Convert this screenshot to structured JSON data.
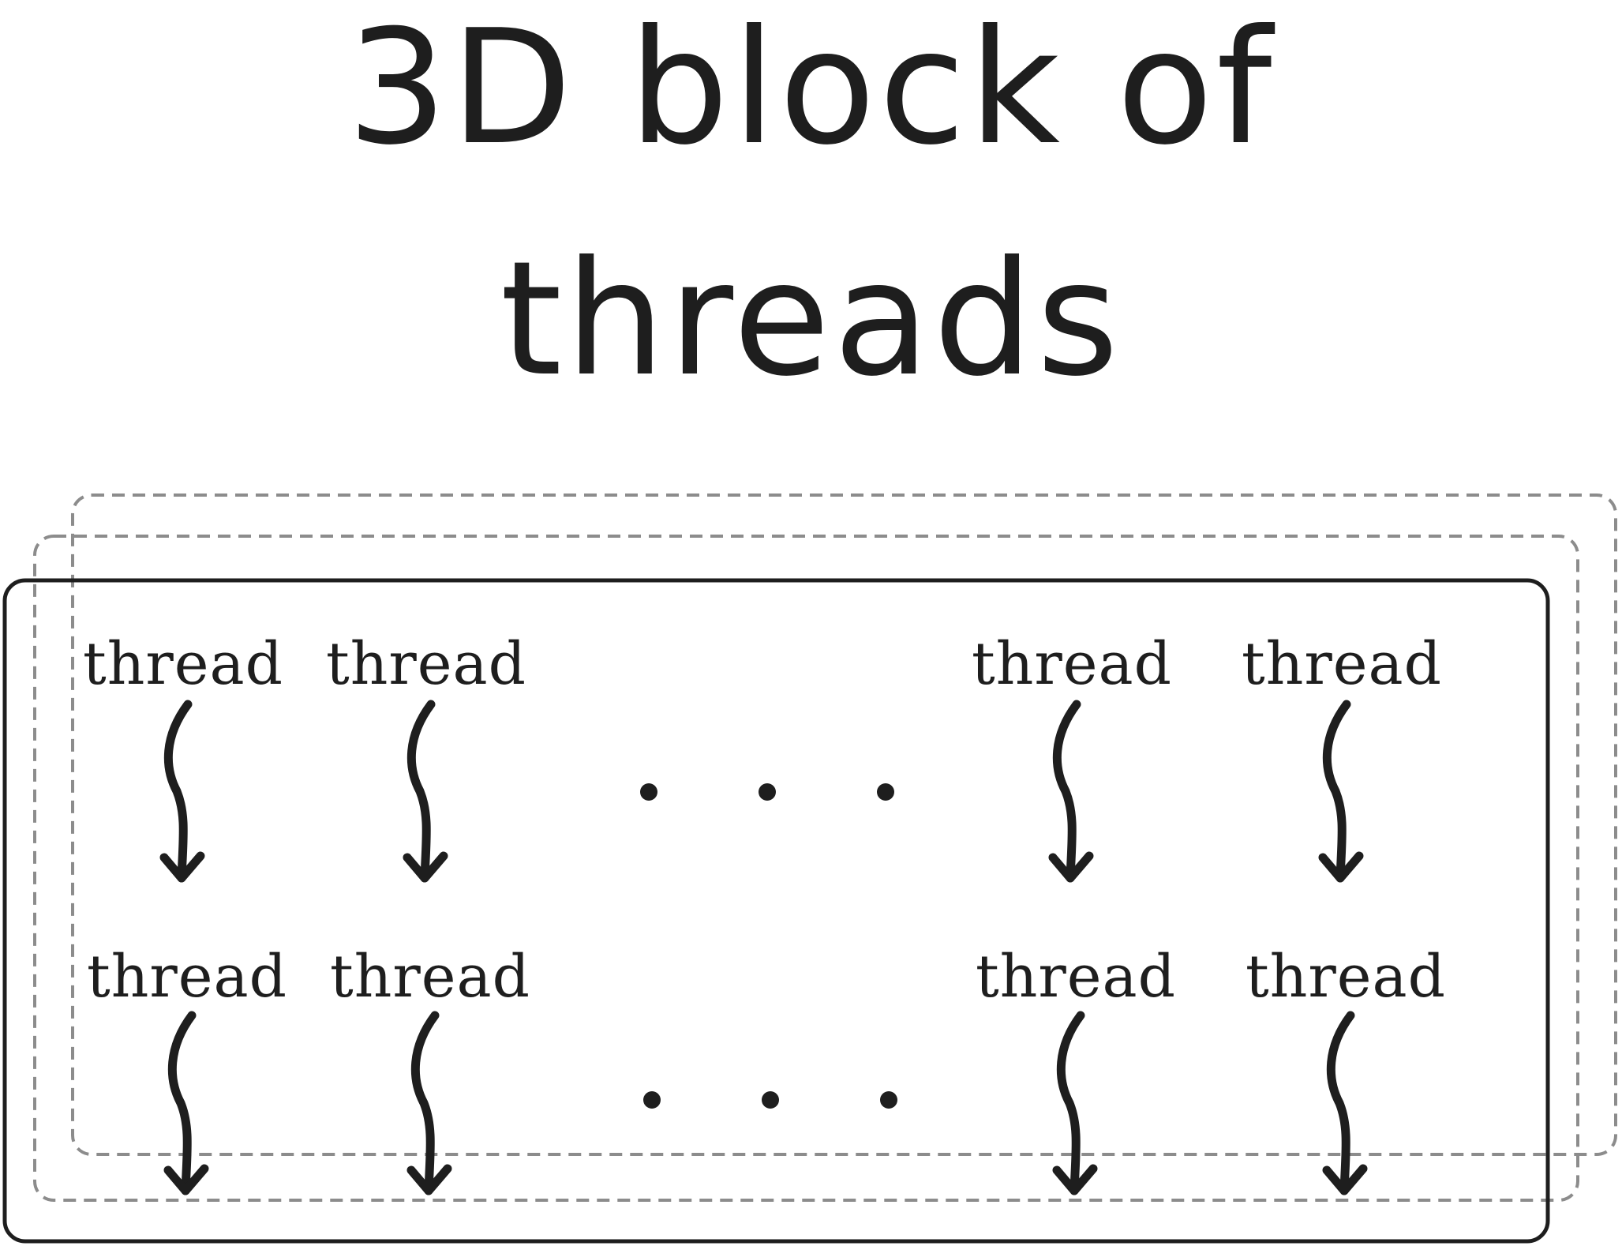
{
  "title": {
    "line1": "3D block of",
    "line2": "threads"
  },
  "block": {
    "layers": 3,
    "front_style": "solid",
    "back_style": "dashed",
    "rows": [
      {
        "threads": [
          {
            "label": "thread"
          },
          {
            "label": "thread"
          },
          {
            "label": "thread"
          },
          {
            "label": "thread"
          }
        ],
        "ellipsis": "..."
      },
      {
        "threads": [
          {
            "label": "thread"
          },
          {
            "label": "thread"
          },
          {
            "label": "thread"
          },
          {
            "label": "thread"
          }
        ],
        "ellipsis": "..."
      }
    ]
  },
  "colors": {
    "ink": "#1e1e1e",
    "dashed": "#8c8c8c",
    "background": "#ffffff"
  }
}
